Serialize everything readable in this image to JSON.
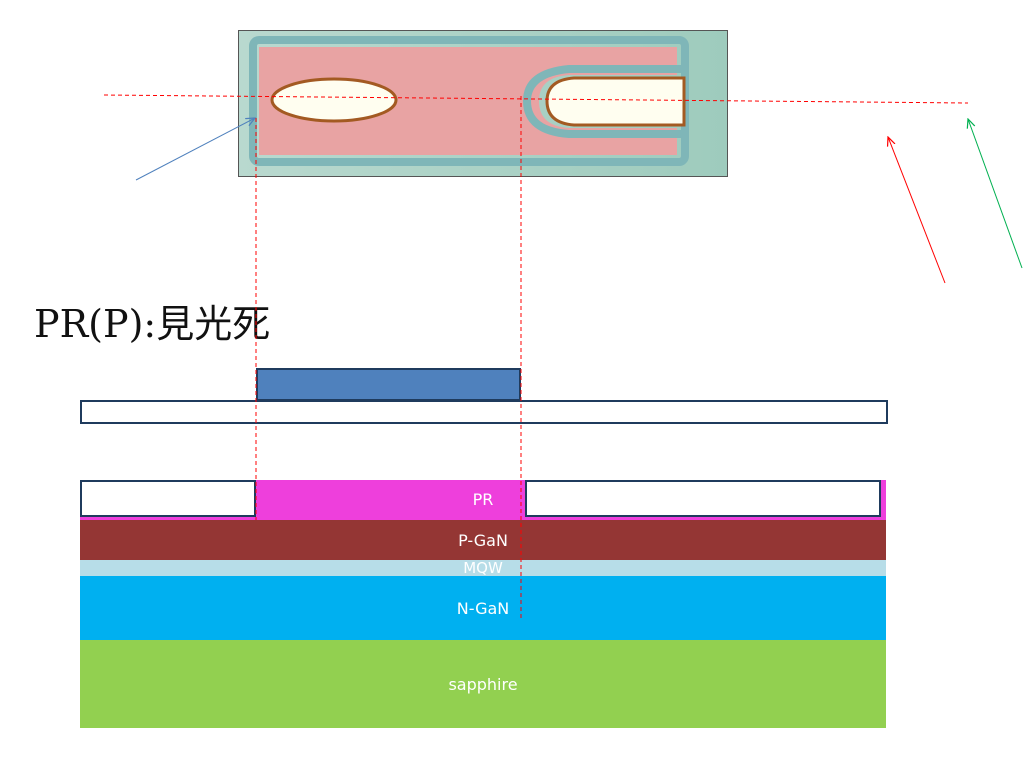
{
  "title": "PR(P):見光死",
  "layers": {
    "pr": "PR",
    "pgan": "P-GaN",
    "mqw": "MQW",
    "ngan": "N-GaN",
    "sapphire": "sapphire"
  },
  "colors": {
    "pr": "#ee3fdc",
    "pgan": "#943634",
    "mqw": "#b7dde8",
    "ngan": "#00b0f0",
    "sapphire": "#92d050",
    "mask_block": "#4f81bd",
    "guide_line": "#ff0000",
    "arrow_blue": "#4f81bd",
    "arrow_red": "#ff0000",
    "arrow_green": "#00b050"
  }
}
